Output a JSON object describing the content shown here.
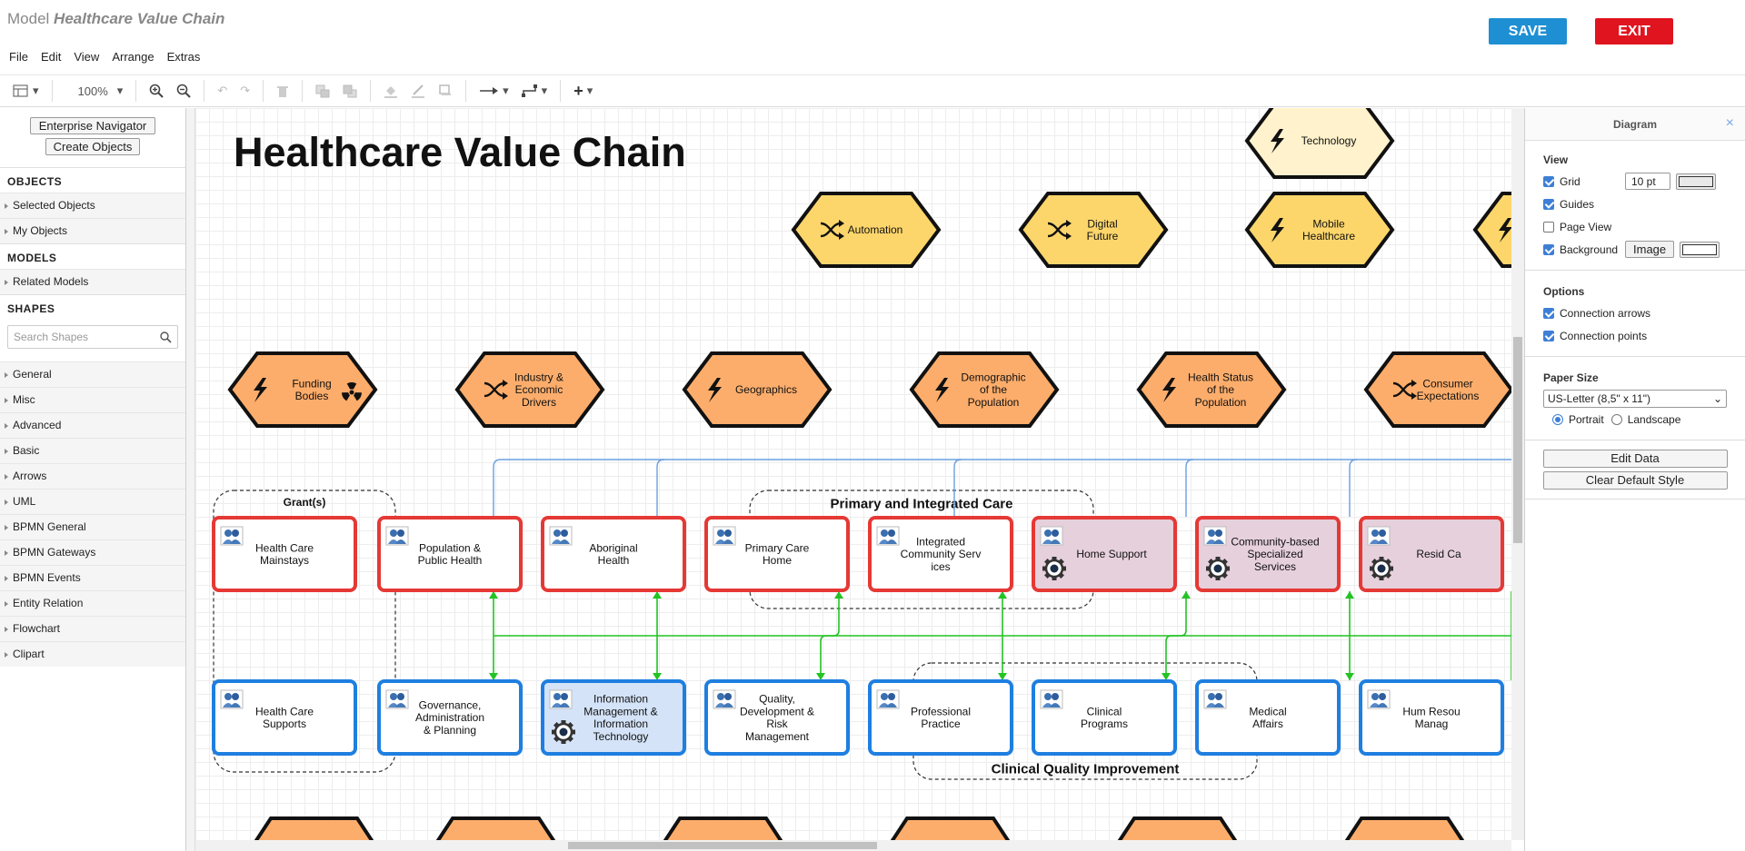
{
  "app": {
    "title_prefix": "Model",
    "title_name": "Healthcare Value Chain",
    "save": "SAVE",
    "exit": "EXIT"
  },
  "menu": [
    "File",
    "Edit",
    "View",
    "Arrange",
    "Extras"
  ],
  "toolbar": {
    "zoom": "100%"
  },
  "left": {
    "enterprise_navigator": "Enterprise Navigator",
    "create_objects": "Create Objects",
    "objects_header": "OBJECTS",
    "objects": [
      "Selected Objects",
      "My Objects"
    ],
    "models_header": "MODELS",
    "models": [
      "Related Models"
    ],
    "shapes_header": "SHAPES",
    "search_placeholder": "Search Shapes",
    "shape_groups": [
      "General",
      "Misc",
      "Advanced",
      "Basic",
      "Arrows",
      "UML",
      "BPMN General",
      "BPMN Gateways",
      "BPMN Events",
      "Entity Relation",
      "Flowchart",
      "Clipart"
    ]
  },
  "right": {
    "panel_title": "Diagram",
    "view_header": "View",
    "grid": "Grid",
    "grid_size": "10 pt",
    "guides": "Guides",
    "page_view": "Page View",
    "background": "Background",
    "image_btn": "Image",
    "options_header": "Options",
    "connection_arrows": "Connection arrows",
    "connection_points": "Connection points",
    "paper_header": "Paper Size",
    "paper_value": "US-Letter (8,5\" x 11\")",
    "portrait": "Portrait",
    "landscape": "Landscape",
    "edit_data": "Edit Data",
    "clear_style": "Clear Default Style"
  },
  "diagram": {
    "title": "Healthcare Value Chain",
    "colors": {
      "hex_yellow": "#fdd66b",
      "hex_light": "#fff2cc",
      "hex_orange": "#fdad6b",
      "red": "#e53935",
      "blue": "#1e7fe0",
      "green": "#22c322",
      "link": "#6a9fe0",
      "pink": "#e6d0dc",
      "lightblue": "#d4e3f7"
    },
    "top_hex": [
      {
        "label": "Technology",
        "icon": "lightning-icon",
        "fill": "light"
      },
      {
        "label": "Automation",
        "icon": "shuffle-icon",
        "fill": "yellow"
      },
      {
        "label": "Digital Future",
        "icon": "shuffle-icon",
        "fill": "yellow"
      },
      {
        "label": "Mobile Healthcare",
        "icon": "lightning-icon",
        "fill": "yellow"
      },
      {
        "label": "",
        "icon": "lightning-icon",
        "fill": "yellow"
      }
    ],
    "driver_hex": [
      {
        "label": "Funding Bodies",
        "icon": "lightning-icon"
      },
      {
        "label": "Industry & Economic Drivers",
        "icon": "shuffle-icon"
      },
      {
        "label": "Geographics",
        "icon": "lightning-icon"
      },
      {
        "label": "Demographic of the Population",
        "icon": "lightning-icon"
      },
      {
        "label": "Health Status of the Population",
        "icon": "lightning-icon"
      },
      {
        "label": "Consumer Expectations",
        "icon": "shuffle-icon"
      }
    ],
    "groups": {
      "grants": "Grant(s)",
      "primary": "Primary and Integrated Care",
      "clinical": "Clinical Quality Improvement"
    },
    "row1": [
      {
        "label": "Health Care Mainstays",
        "gear": false,
        "fill": "white"
      },
      {
        "label": "Population & Public Health",
        "gear": false,
        "fill": "white"
      },
      {
        "label": "Aboriginal Health",
        "gear": false,
        "fill": "white"
      },
      {
        "label": "Primary Care Home",
        "gear": false,
        "fill": "white"
      },
      {
        "label": "Integrated Community Serv ices",
        "gear": false,
        "fill": "white"
      },
      {
        "label": "Home Support",
        "gear": true,
        "fill": "pink"
      },
      {
        "label": "Community-based Specialized Services",
        "gear": true,
        "fill": "pink"
      },
      {
        "label": "Resid Ca",
        "gear": true,
        "fill": "pink"
      }
    ],
    "row2": [
      {
        "label": "Health Care Supports",
        "gear": false,
        "fill": "white"
      },
      {
        "label": "Governance, Administration & Planning",
        "gear": false,
        "fill": "white"
      },
      {
        "label": "Information Management & Information Technology",
        "gear": true,
        "fill": "lightblue"
      },
      {
        "label": "Quality, Development & Risk Management",
        "gear": false,
        "fill": "white"
      },
      {
        "label": "Professional Practice",
        "gear": false,
        "fill": "white"
      },
      {
        "label": "Clinical Programs",
        "gear": false,
        "fill": "white"
      },
      {
        "label": "Medical Affairs",
        "gear": false,
        "fill": "white"
      },
      {
        "label": "Hum Resou Manag",
        "gear": false,
        "fill": "white"
      }
    ]
  }
}
